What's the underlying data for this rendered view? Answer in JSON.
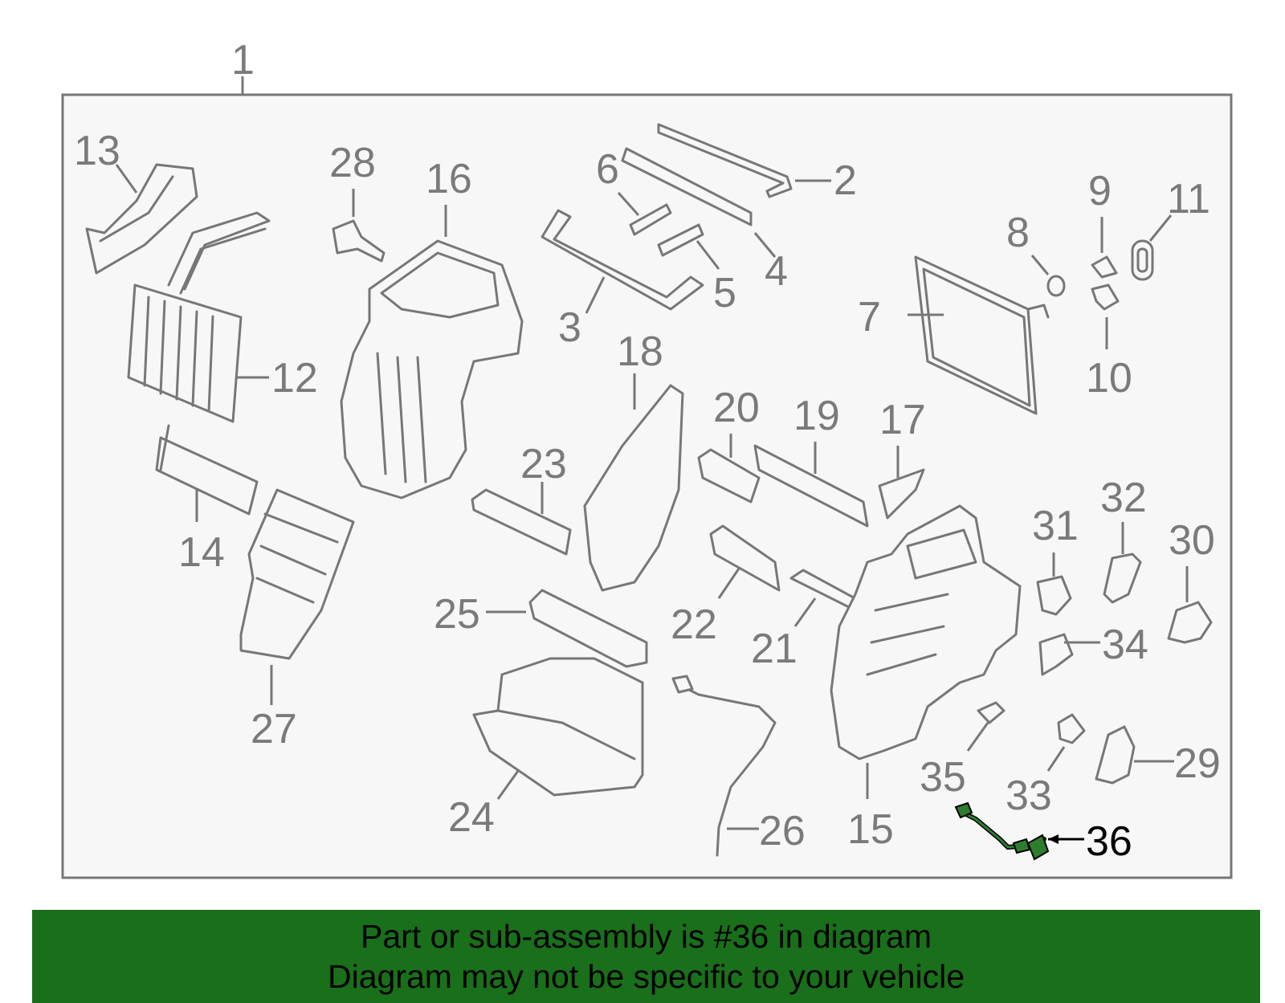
{
  "diagram": {
    "assembly_label": "1",
    "highlight_color": "#2e7d2e",
    "highlighted_part": "36",
    "callouts": [
      "2",
      "3",
      "4",
      "5",
      "6",
      "7",
      "8",
      "9",
      "10",
      "11",
      "12",
      "13",
      "14",
      "15",
      "16",
      "17",
      "18",
      "19",
      "20",
      "21",
      "22",
      "23",
      "24",
      "25",
      "26",
      "27",
      "28",
      "29",
      "30",
      "31",
      "32",
      "33",
      "34",
      "35",
      "36"
    ]
  },
  "banner": {
    "line1": "Part or sub-assembly is #36 in diagram",
    "line2": "Diagram may not be specific to your vehicle",
    "background": "#1a6f1a"
  }
}
